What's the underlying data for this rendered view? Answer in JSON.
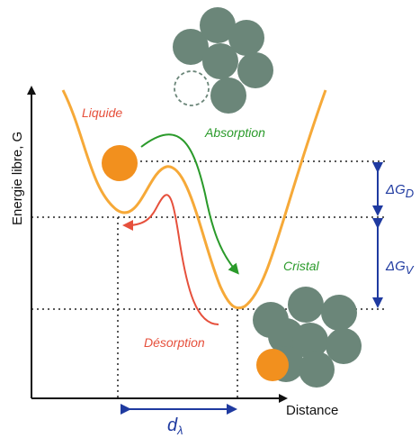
{
  "axes": {
    "y_label": "Energie libre, G",
    "x_label": "Distance"
  },
  "labels": {
    "liquide": "Liquide",
    "absorption": "Absorption",
    "cristal": "Cristal",
    "desorption": "Désorption"
  },
  "brackets": {
    "delta_gd": {
      "base": "ΔG",
      "sub": "D"
    },
    "delta_gv": {
      "base": "ΔG",
      "sub": "V"
    },
    "d_lambda": {
      "base": "d",
      "sub": "λ"
    }
  },
  "colors": {
    "curve": "#f6a938",
    "absorption": "#2a9a2a",
    "desorption": "#e6503c",
    "blue": "#1f3aa0",
    "sphere_gray": "#6b8679",
    "sphere_orange": "#f2901e",
    "axis": "#111111"
  }
}
